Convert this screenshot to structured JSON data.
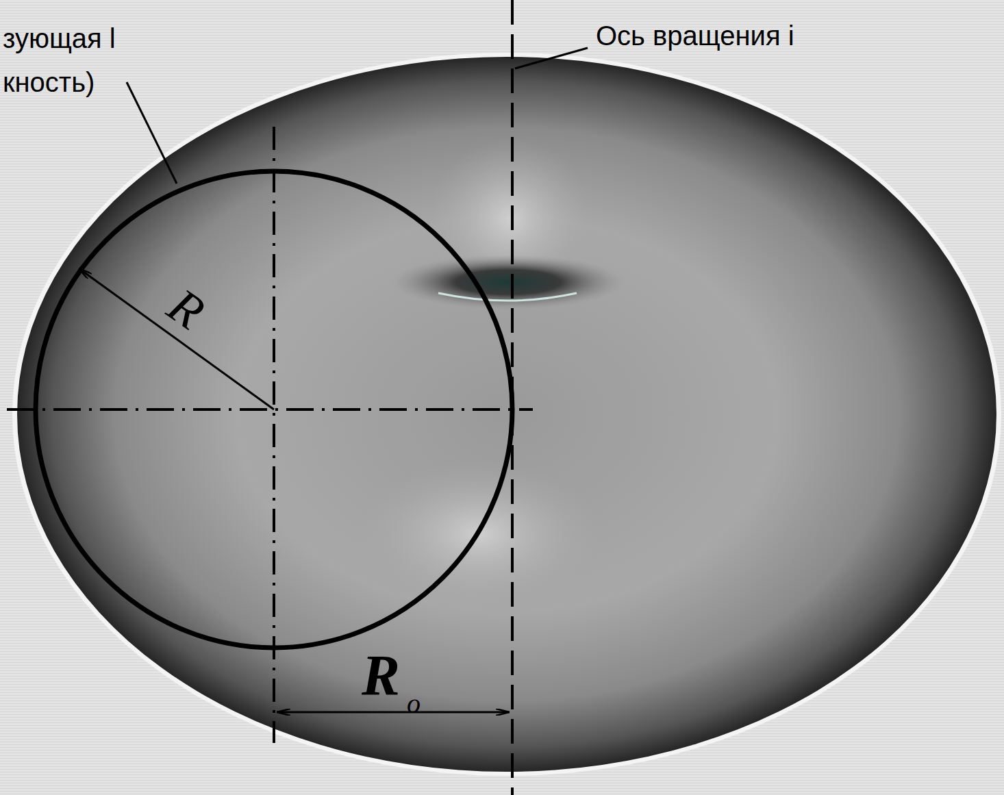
{
  "diagram": {
    "labels": [
      "зующая l",
      "кность)",
      "Ось вращения i",
      "R",
      "R",
      "o"
    ]
  }
}
